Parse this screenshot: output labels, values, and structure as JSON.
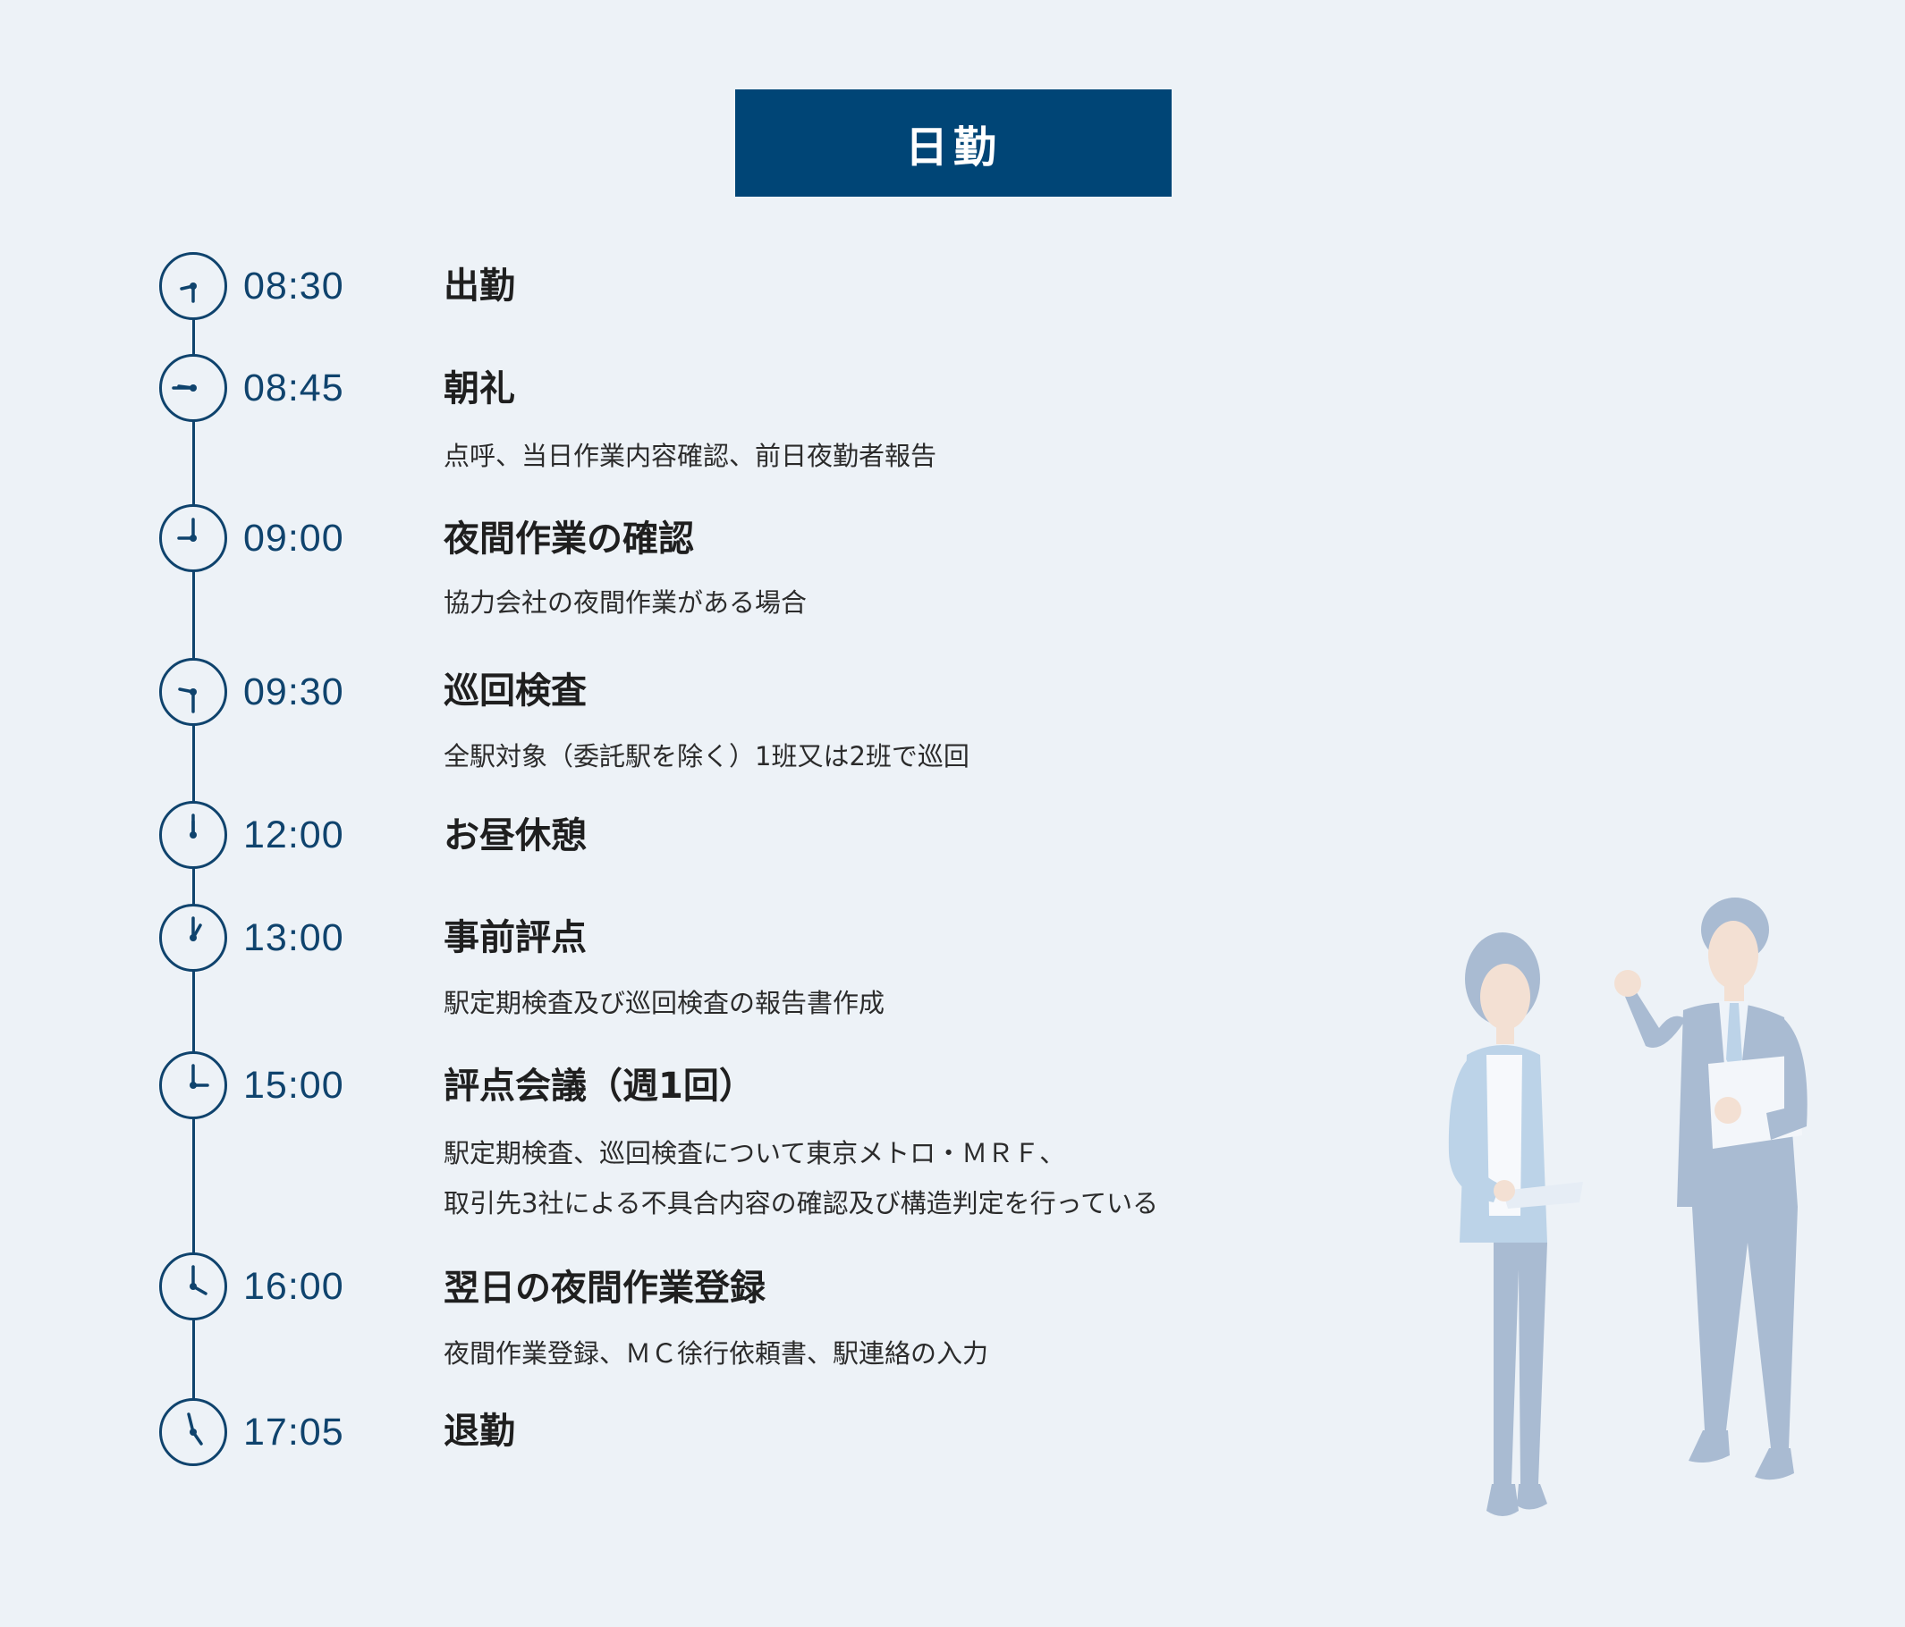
{
  "title": "日勤",
  "schedule": [
    {
      "time": "08:30",
      "title": "出勤",
      "desc": []
    },
    {
      "time": "08:45",
      "title": "朝礼",
      "desc": [
        "点呼、当日作業内容確認、前日夜勤者報告"
      ]
    },
    {
      "time": "09:00",
      "title": "夜間作業の確認",
      "desc": [
        "協力会社の夜間作業がある場合"
      ]
    },
    {
      "time": "09:30",
      "title": "巡回検査",
      "desc": [
        "全駅対象（委託駅を除く）1班又は2班で巡回"
      ]
    },
    {
      "time": "12:00",
      "title": "お昼休憩",
      "desc": []
    },
    {
      "time": "13:00",
      "title": "事前評点",
      "desc": [
        "駅定期検査及び巡回検査の報告書作成"
      ]
    },
    {
      "time": "15:00",
      "title": "評点会議（週1回）",
      "desc": [
        "駅定期検査、巡回検査について東京メトロ・ＭＲＦ、",
        "取引先3社による不具合内容の確認及び構造判定を行っている"
      ]
    },
    {
      "time": "16:00",
      "title": "翌日の夜間作業登録",
      "desc": [
        "夜間作業登録、ＭＣ徐行依頼書、駅連絡の入力"
      ]
    },
    {
      "time": "17:05",
      "title": "退勤",
      "desc": []
    }
  ],
  "colors": {
    "accent": "#004576",
    "line": "#0f436d",
    "background": "#edf2f7"
  },
  "icons": {
    "clock": "clock-icon",
    "illustration": "business-people-illustration"
  }
}
